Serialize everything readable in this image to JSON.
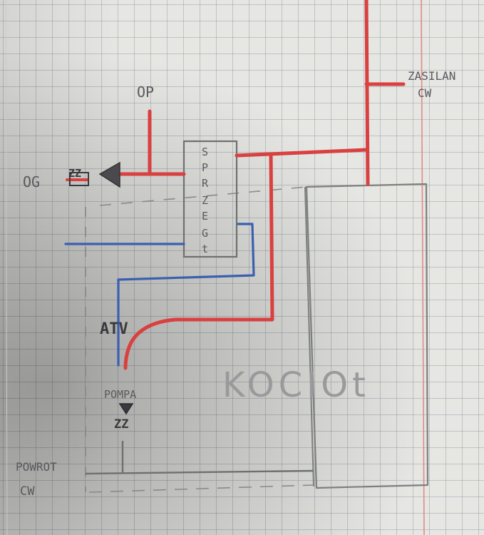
{
  "colors": {
    "paper": "#e6e6e3",
    "grid": "#8a93a4",
    "supply_pipe": "#d94040",
    "return_pipe": "#3b5fb0",
    "pencil": "#7d807d",
    "margin_line": "#e08a8a"
  },
  "labels": {
    "zasilanie": "ZASILAN",
    "zasilanie_cw": "CW",
    "op": "OP",
    "og": "OG",
    "og_valve": "ZZ",
    "atv": "ATV",
    "pompa": "POMPA",
    "pompa_valve": "ZZ",
    "powrot": "POWROT",
    "powrot_cw": "CW",
    "kociol": "KOCIOt"
  },
  "manifold_letters": [
    "S",
    "P",
    "R",
    "Z",
    "E",
    "G",
    "t"
  ],
  "icons": {
    "og_valve": "valve-icon",
    "pump": "pump-triangle-icon"
  }
}
